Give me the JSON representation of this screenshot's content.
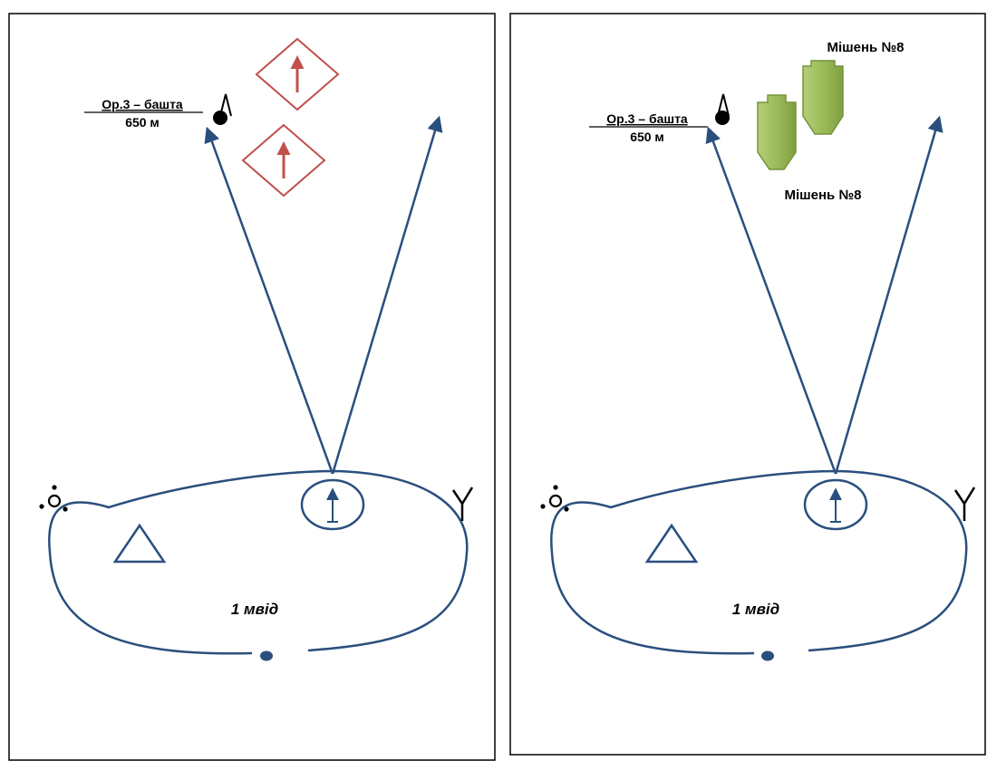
{
  "panels": [
    {
      "landmark": {
        "line1": "Ор.3 – башта",
        "line2": "650 м"
      },
      "squad_label": "1 мвід",
      "targets": []
    },
    {
      "landmark": {
        "line1": "Ор.3 – башта",
        "line2": "650 м"
      },
      "squad_label": "1 мвід",
      "targets": [
        {
          "label": "Мішень №8"
        },
        {
          "label": "Мішень №8"
        }
      ]
    }
  ],
  "colors": {
    "line": "#2a4f7e",
    "enemy": "#c0504d",
    "target_fill": "#9bbb59",
    "target_stroke": "#76923c",
    "frame": "#000000",
    "text": "#000000"
  },
  "icons": {
    "landmark": "tower-landmark-icon",
    "enemy": "enemy-marker-icon",
    "target": "target-silhouette-icon",
    "left_flank": "bush-icon",
    "right_flank": "tree-icon",
    "commander": "commander-icon",
    "triangle": "triangle-icon",
    "rear": "rear-point-icon"
  }
}
